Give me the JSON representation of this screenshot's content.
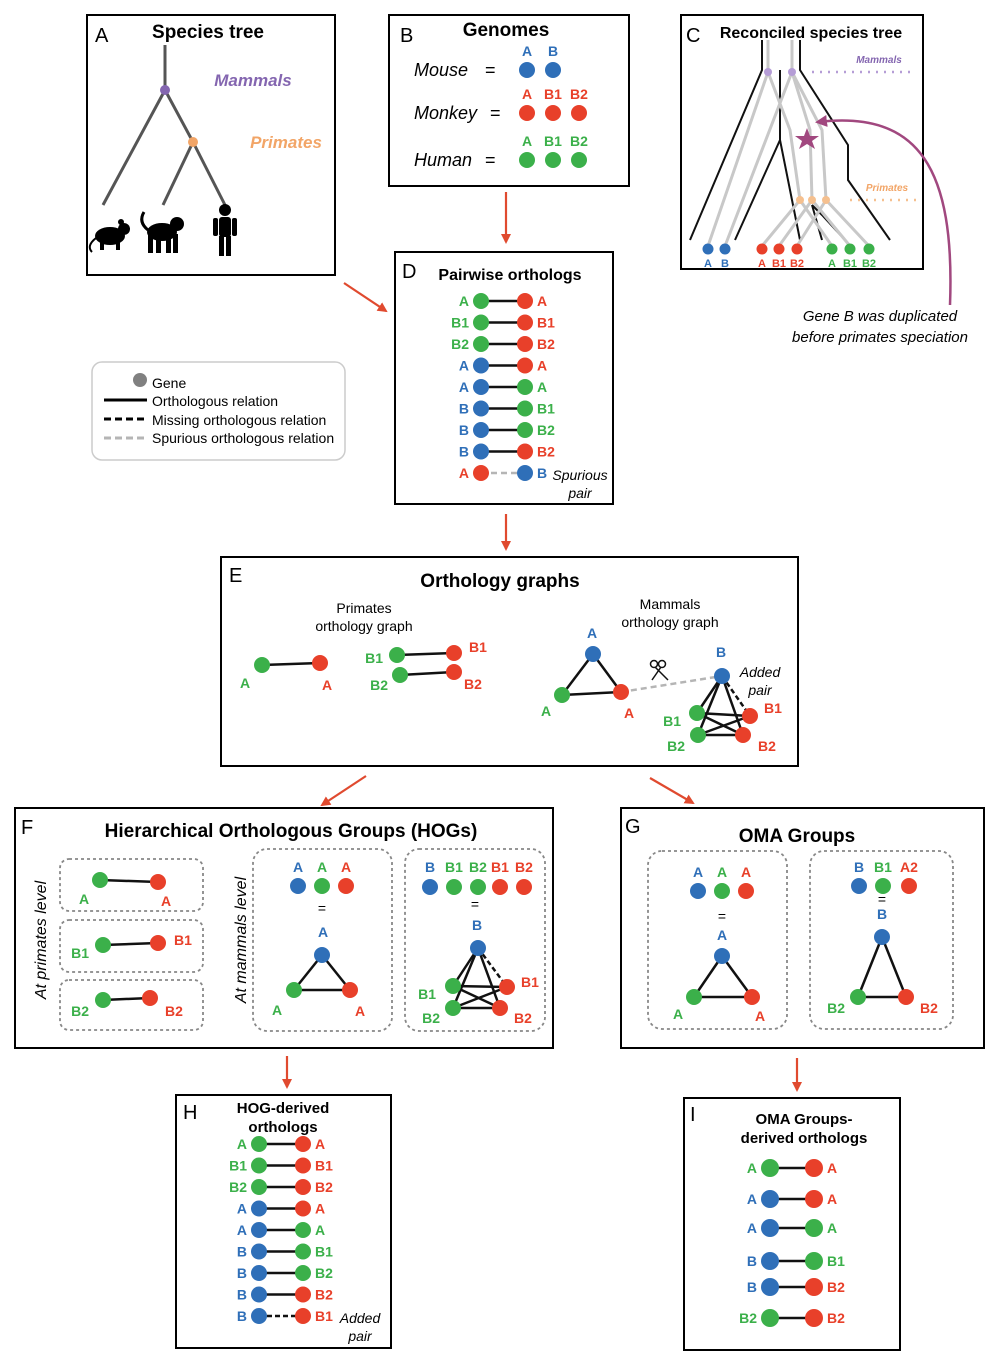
{
  "colors": {
    "blue": "#2f6fb8",
    "red": "#e8402a",
    "green": "#3bb04a",
    "purple": "#8466b0",
    "orange": "#f2a567",
    "magenta": "#a1487f",
    "arrow": "#e04a2f",
    "gray": "#b5b5b5",
    "legend_gray": "#808080"
  },
  "panels": {
    "A": {
      "letter": "A",
      "title": "Species tree",
      "mammals": "Mammals",
      "primates": "Primates",
      "silhouettes": [
        "mouse-silhouette",
        "monkey-silhouette",
        "human-silhouette"
      ]
    },
    "B": {
      "letter": "B",
      "title": "Genomes",
      "rows": [
        {
          "species": "Mouse",
          "eq": "=",
          "color": "blue",
          "genes": [
            "A",
            "B"
          ]
        },
        {
          "species": "Monkey",
          "eq": "=",
          "color": "red",
          "genes": [
            "A",
            "B1",
            "B2"
          ]
        },
        {
          "species": "Human",
          "eq": "=",
          "color": "green",
          "genes": [
            "A",
            "B1",
            "B2"
          ]
        }
      ]
    },
    "C": {
      "letter": "C",
      "title": "Reconciled species tree",
      "mammals": "Mammals",
      "primates": "Primates",
      "leaves": [
        {
          "label": "A",
          "color": "blue"
        },
        {
          "label": "B",
          "color": "blue"
        },
        {
          "label": "A",
          "color": "red"
        },
        {
          "label": "B1",
          "color": "red"
        },
        {
          "label": "B2",
          "color": "red"
        },
        {
          "label": "A",
          "color": "green"
        },
        {
          "label": "B1",
          "color": "green"
        },
        {
          "label": "B2",
          "color": "green"
        }
      ],
      "note_line1": "Gene B was duplicated",
      "note_line2": "before primates speciation"
    },
    "D": {
      "letter": "D",
      "title": "Pairwise orthologs",
      "pairs": [
        {
          "l": "A",
          "lc": "green",
          "r": "A",
          "rc": "red",
          "style": "solid"
        },
        {
          "l": "B1",
          "lc": "green",
          "r": "B1",
          "rc": "red",
          "style": "solid"
        },
        {
          "l": "B2",
          "lc": "green",
          "r": "B2",
          "rc": "red",
          "style": "solid"
        },
        {
          "l": "A",
          "lc": "blue",
          "r": "A",
          "rc": "red",
          "style": "solid"
        },
        {
          "l": "A",
          "lc": "blue",
          "r": "A",
          "rc": "green",
          "style": "solid"
        },
        {
          "l": "B",
          "lc": "blue",
          "r": "B1",
          "rc": "green",
          "style": "solid"
        },
        {
          "l": "B",
          "lc": "blue",
          "r": "B2",
          "rc": "green",
          "style": "solid"
        },
        {
          "l": "B",
          "lc": "blue",
          "r": "B2",
          "rc": "red",
          "style": "solid"
        },
        {
          "l": "A",
          "lc": "red",
          "r": "B",
          "rc": "blue",
          "style": "spurious"
        }
      ],
      "note_line1": "Spurious",
      "note_line2": "pair"
    },
    "legend": {
      "items": [
        {
          "type": "dot",
          "label": "Gene"
        },
        {
          "type": "solid",
          "label": "Orthologous relation"
        },
        {
          "type": "dashed",
          "label": "Missing orthologous relation"
        },
        {
          "type": "gray-dashed",
          "label": "Spurious orthologous relation"
        }
      ]
    },
    "E": {
      "letter": "E",
      "title": "Orthology graphs",
      "primates_line1": "Primates",
      "primates_line2": "orthology graph",
      "mammals_line1": "Mammals",
      "mammals_line2": "orthology graph",
      "added_line1": "Added",
      "added_line2": "pair",
      "labels": {
        "pA_g": "A",
        "pA_r": "A",
        "pB1_g": "B1",
        "pB1_r": "B1",
        "pB2_g": "B2",
        "pB2_r": "B2",
        "mA_b": "A",
        "mA_g": "A",
        "mA_r": "A",
        "mB_b": "B",
        "mB1_g": "B1",
        "mB1_r": "B1",
        "mB2_g": "B2",
        "mB2_r": "B2"
      }
    },
    "F": {
      "letter": "F",
      "title": "Hierarchical Orthologous Groups (HOGs)",
      "primates_level": "At primates level",
      "mammals_level": "At mammals level",
      "eq": "=",
      "labels": {
        "p1g": "A",
        "p1r": "A",
        "p2g": "B1",
        "p2r": "B1",
        "p3g": "B2",
        "p3r": "B2",
        "h1_top_b": "A",
        "h1_top_g": "A",
        "h1_top_r": "A",
        "h1_b": "A",
        "h1_g": "A",
        "h1_r": "A",
        "h2_top": [
          "B",
          "B1",
          "B2",
          "B1",
          "B2"
        ],
        "h2_b": "B",
        "h2_b1g": "B1",
        "h2_b1r": "B1",
        "h2_b2g": "B2",
        "h2_b2r": "B2"
      }
    },
    "G": {
      "letter": "G",
      "title": "OMA Groups",
      "eq": "=",
      "labels": {
        "g1_top_b": "A",
        "g1_top_g": "A",
        "g1_top_r": "A",
        "g1_b": "A",
        "g1_g": "A",
        "g1_r": "A",
        "g2_top_b": "B",
        "g2_top_g": "B1",
        "g2_top_r": "A2",
        "g2_b": "B",
        "g2_g": "B2",
        "g2_r": "B2"
      }
    },
    "H": {
      "letter": "H",
      "title_line1": "HOG-derived",
      "title_line2": "orthologs",
      "pairs": [
        {
          "l": "A",
          "lc": "green",
          "r": "A",
          "rc": "red",
          "style": "solid"
        },
        {
          "l": "B1",
          "lc": "green",
          "r": "B1",
          "rc": "red",
          "style": "solid"
        },
        {
          "l": "B2",
          "lc": "green",
          "r": "B2",
          "rc": "red",
          "style": "solid"
        },
        {
          "l": "A",
          "lc": "blue",
          "r": "A",
          "rc": "red",
          "style": "solid"
        },
        {
          "l": "A",
          "lc": "blue",
          "r": "A",
          "rc": "green",
          "style": "solid"
        },
        {
          "l": "B",
          "lc": "blue",
          "r": "B1",
          "rc": "green",
          "style": "solid"
        },
        {
          "l": "B",
          "lc": "blue",
          "r": "B2",
          "rc": "green",
          "style": "solid"
        },
        {
          "l": "B",
          "lc": "blue",
          "r": "B2",
          "rc": "red",
          "style": "solid"
        },
        {
          "l": "B",
          "lc": "blue",
          "r": "B1",
          "rc": "red",
          "style": "dashed"
        }
      ],
      "note_line1": "Added",
      "note_line2": "pair"
    },
    "I": {
      "letter": "I",
      "title_line1": "OMA Groups-",
      "title_line2": "derived orthologs",
      "pairs": [
        {
          "l": "A",
          "lc": "green",
          "r": "A",
          "rc": "red",
          "style": "solid"
        },
        {
          "l": "A",
          "lc": "blue",
          "r": "A",
          "rc": "red",
          "style": "solid"
        },
        {
          "l": "A",
          "lc": "blue",
          "r": "A",
          "rc": "green",
          "style": "solid"
        },
        {
          "l": "B",
          "lc": "blue",
          "r": "B1",
          "rc": "green",
          "style": "solid"
        },
        {
          "l": "B",
          "lc": "blue",
          "r": "B2",
          "rc": "red",
          "style": "solid"
        },
        {
          "l": "B2",
          "lc": "green",
          "r": "B2",
          "rc": "red",
          "style": "solid"
        }
      ]
    }
  }
}
